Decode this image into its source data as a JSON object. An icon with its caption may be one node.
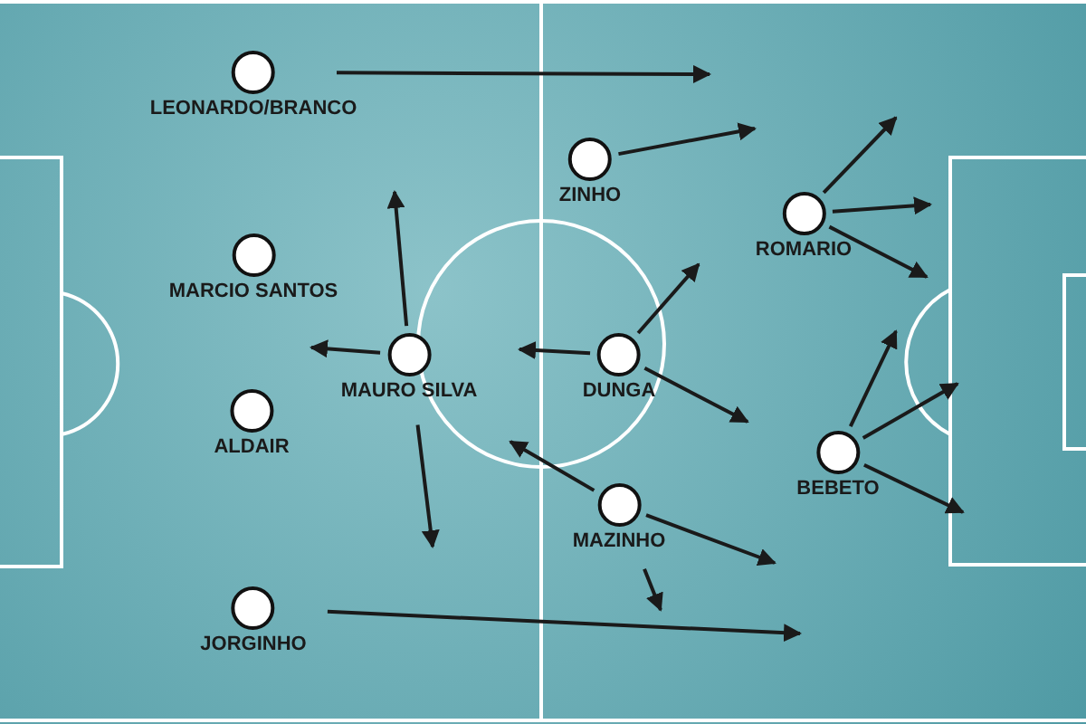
{
  "diagram": {
    "nodes": [
      {
        "text": [
          "LEONARDO/BRANCO"
        ]
      },
      {
        "text": [
          "MARCIO SANTOS"
        ]
      },
      {
        "text": [
          "ALDAIR"
        ]
      },
      {
        "text": [
          "JORGINHO"
        ]
      },
      {
        "text": [
          "MAURO SILVA"
        ]
      },
      {
        "text": [
          "DUNGA"
        ]
      },
      {
        "text": [
          "ZINHO"
        ]
      },
      {
        "text": [
          "MAZINHO"
        ]
      },
      {
        "text": [
          "ROMARIO"
        ]
      },
      {
        "text": [
          "BEBETO"
        ]
      }
    ],
    "edges": [
      {
        "from": 0,
        "to": null,
        "arrow": "to"
      },
      {
        "from": 3,
        "to": null,
        "arrow": "to"
      },
      {
        "from": 4,
        "to": null,
        "arrow": "to"
      },
      {
        "from": 4,
        "to": null,
        "arrow": "to"
      },
      {
        "from": 4,
        "to": null,
        "arrow": "to"
      },
      {
        "from": 5,
        "to": null,
        "arrow": "to"
      },
      {
        "from": 5,
        "to": null,
        "arrow": "to"
      },
      {
        "from": 5,
        "to": null,
        "arrow": "to"
      },
      {
        "from": 6,
        "to": null,
        "arrow": "to"
      },
      {
        "from": 7,
        "to": null,
        "arrow": "to"
      },
      {
        "from": 7,
        "to": null,
        "arrow": "to"
      },
      {
        "from": 7,
        "to": null,
        "arrow": "to"
      },
      {
        "from": 8,
        "to": null,
        "arrow": "to"
      },
      {
        "from": 8,
        "to": null,
        "arrow": "to"
      },
      {
        "from": 8,
        "to": null,
        "arrow": "to"
      },
      {
        "from": 9,
        "to": null,
        "arrow": "to"
      },
      {
        "from": 9,
        "to": null,
        "arrow": "to"
      },
      {
        "from": 9,
        "to": null,
        "arrow": "to"
      }
    ]
  }
}
